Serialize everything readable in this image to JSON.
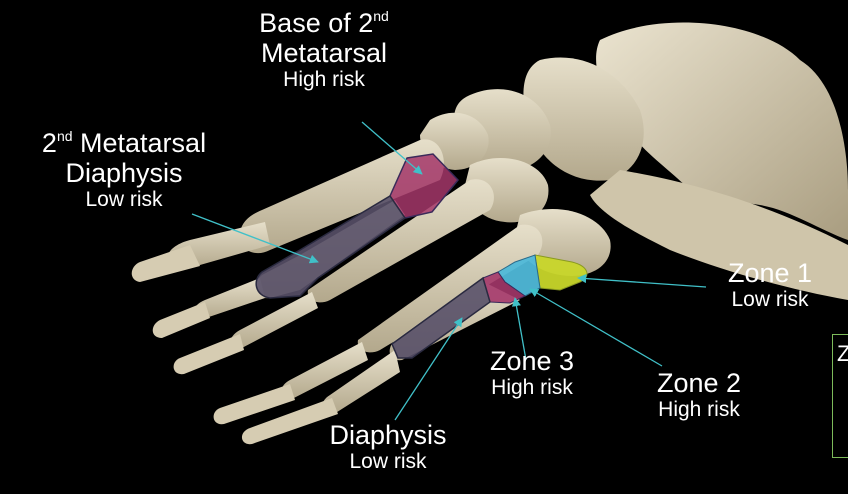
{
  "labels": {
    "base_metatarsal": {
      "title_line1_pre": "Base of 2",
      "title_line1_sup": "nd",
      "title_line2": "Metatarsal",
      "risk": "High risk"
    },
    "diaphysis_2nd": {
      "title_line1_pre": "2",
      "title_line1_sup": "nd",
      "title_line1_post": " Metatarsal",
      "title_line2": "Diaphysis",
      "risk": "Low risk"
    },
    "zone1": {
      "title": "Zone 1",
      "risk": "Low risk"
    },
    "zone2": {
      "title": "Zone 2",
      "risk": "High risk"
    },
    "zone3": {
      "title": "Zone 3",
      "risk": "High risk"
    },
    "diaphysis_5th": {
      "title": "Diaphysis",
      "risk": "Low risk"
    }
  },
  "side_box": {
    "text": "Z"
  },
  "colors": {
    "background": "#000000",
    "bone": "#d9d0b8",
    "bone_shadow": "#a89c80",
    "high_risk_region": "#a4376a",
    "low_risk_region": "#585068",
    "zone1": "#c8d62a",
    "zone2": "#4fb8d8",
    "arrow": "#40c0c8",
    "box_border": "#7dbb5a"
  }
}
